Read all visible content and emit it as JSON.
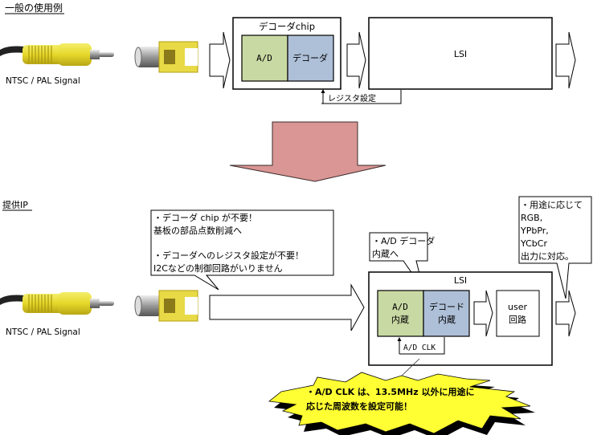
{
  "sections": {
    "general_title": "一般の使用例",
    "ip_title": "提供IP"
  },
  "general": {
    "signal_label": "NTSC / PAL  Signal",
    "decoder_chip_title": "デコーダchip",
    "ad_block": "A/D",
    "decoder_block": "デコーダ",
    "lsi_label": "LSI",
    "register_label": "レジスタ設定"
  },
  "ip": {
    "signal_label": "NTSC / PAL  Signal",
    "callout_main": {
      "line1": "・デコーダ chip が不要！",
      "line2": " 基板の部品点数削減へ",
      "line3": "・デコーダへのレジスタ設定が不要！",
      "line4": " I2Cなどの制御回路がいりません"
    },
    "callout_ad": {
      "line1": "・A/D デコーダ",
      "line2": " 内蔵へ"
    },
    "callout_output": {
      "line1": "・用途に応じて",
      "line2": " RGB,",
      "line3": " YPbPr,",
      "line4": " YCbCr",
      "line5": " 出力に対応。"
    },
    "lsi_label": "LSI",
    "ad_block": {
      "line1": "A/D",
      "line2": "内蔵"
    },
    "decode_block": {
      "line1": "デコード",
      "line2": "内蔵"
    },
    "user_block": {
      "line1": "user",
      "line2": "回路"
    },
    "clk_label": "A/D CLK",
    "burst": {
      "line1": "・A/D CLK は、13.5MHz 以外に用途に",
      "line2": "応じた周波数を設定可能！"
    }
  },
  "colors": {
    "ad_fill": "#c9d9a4",
    "decoder_fill": "#aec0d8",
    "transition_arrow": "#d99694",
    "burst_fill": "#ffff33"
  }
}
